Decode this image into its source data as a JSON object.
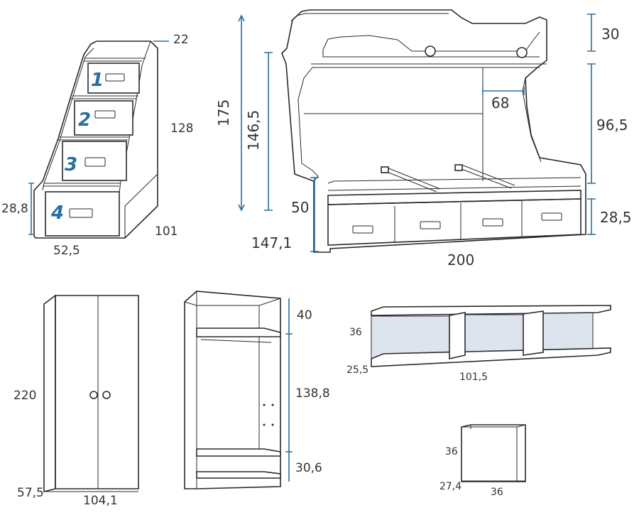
{
  "colors": {
    "line": "#2a2a2a",
    "dimension": "#2a6fa0",
    "text": "#333333",
    "panel": "#dde4ee"
  },
  "stairs": {
    "top_depth": "22",
    "height": "128",
    "drawer_height": "28,8",
    "width": "52,5",
    "depth": "101",
    "steps": [
      "1",
      "2",
      "3",
      "4"
    ]
  },
  "bunk_bed": {
    "total_height": "175",
    "upper_height": "146,5",
    "guard_height": "30",
    "gap": "68",
    "mid_height": "96,5",
    "lower_bed_height": "50",
    "drawer_height": "28,5",
    "depth": "147,1",
    "length": "200"
  },
  "wardrobe": {
    "height": "220",
    "depth": "57,5",
    "width": "104,1"
  },
  "wardrobe_open": {
    "top": "40",
    "middle": "138,8",
    "bottom": "30,6"
  },
  "shelf": {
    "height": "36",
    "depth": "25,5",
    "width": "101,5"
  },
  "cube": {
    "height": "36",
    "depth": "27,4",
    "width": "36"
  }
}
